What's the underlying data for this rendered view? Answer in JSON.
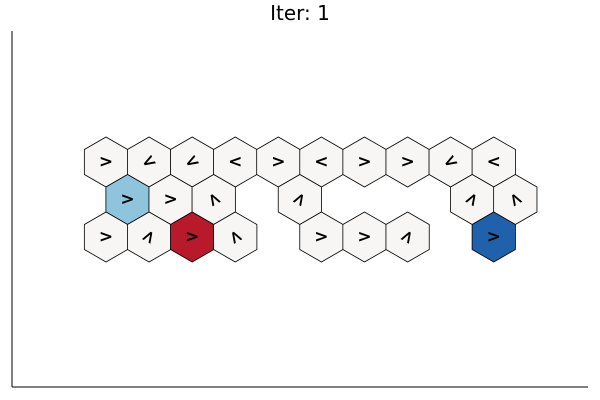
{
  "title": "Iter: 1",
  "palette": {
    "light": "#f7f6f5",
    "light_blue": "#8fc4dd",
    "red": "#b81a2b",
    "dark_blue": "#1f62ab",
    "edge": "#000000"
  },
  "cells": [
    {
      "row": 0,
      "col": 0,
      "fill": "light",
      "glyph": ">",
      "rot": 0
    },
    {
      "row": 0,
      "col": 1,
      "fill": "light",
      "glyph": "<",
      "rot": -30
    },
    {
      "row": 0,
      "col": 2,
      "fill": "light",
      "glyph": "<",
      "rot": -30
    },
    {
      "row": 0,
      "col": 3,
      "fill": "light",
      "glyph": "<",
      "rot": 0
    },
    {
      "row": 0,
      "col": 4,
      "fill": "light",
      "glyph": ">",
      "rot": 0
    },
    {
      "row": 0,
      "col": 5,
      "fill": "light",
      "glyph": "<",
      "rot": 0
    },
    {
      "row": 0,
      "col": 6,
      "fill": "light",
      "glyph": ">",
      "rot": 0
    },
    {
      "row": 0,
      "col": 7,
      "fill": "light",
      "glyph": ">",
      "rot": 0
    },
    {
      "row": 0,
      "col": 8,
      "fill": "light",
      "glyph": "<",
      "rot": -30
    },
    {
      "row": 0,
      "col": 9,
      "fill": "light",
      "glyph": "<",
      "rot": 0
    },
    {
      "row": 1,
      "col": 0,
      "fill": "light_blue",
      "glyph": ">",
      "rot": 0
    },
    {
      "row": 1,
      "col": 1,
      "fill": "light",
      "glyph": ">",
      "rot": 0
    },
    {
      "row": 1,
      "col": 2,
      "fill": "light",
      "glyph": "<",
      "rot": 60
    },
    {
      "row": 1,
      "col": 4,
      "fill": "light",
      "glyph": ">",
      "rot": -60
    },
    {
      "row": 1,
      "col": 8,
      "fill": "light",
      "glyph": ">",
      "rot": -60
    },
    {
      "row": 1,
      "col": 9,
      "fill": "light",
      "glyph": "<",
      "rot": 60
    },
    {
      "row": 2,
      "col": 0,
      "fill": "light",
      "glyph": ">",
      "rot": 0
    },
    {
      "row": 2,
      "col": 1,
      "fill": "light",
      "glyph": ">",
      "rot": -60
    },
    {
      "row": 2,
      "col": 2,
      "fill": "red",
      "glyph": ">",
      "rot": 0
    },
    {
      "row": 2,
      "col": 3,
      "fill": "light",
      "glyph": "<",
      "rot": 60
    },
    {
      "row": 2,
      "col": 5,
      "fill": "light",
      "glyph": ">",
      "rot": 0
    },
    {
      "row": 2,
      "col": 6,
      "fill": "light",
      "glyph": ">",
      "rot": 0
    },
    {
      "row": 2,
      "col": 7,
      "fill": "light",
      "glyph": ">",
      "rot": -60
    },
    {
      "row": 2,
      "col": 9,
      "fill": "dark_blue",
      "glyph": ">",
      "rot": 0
    }
  ]
}
